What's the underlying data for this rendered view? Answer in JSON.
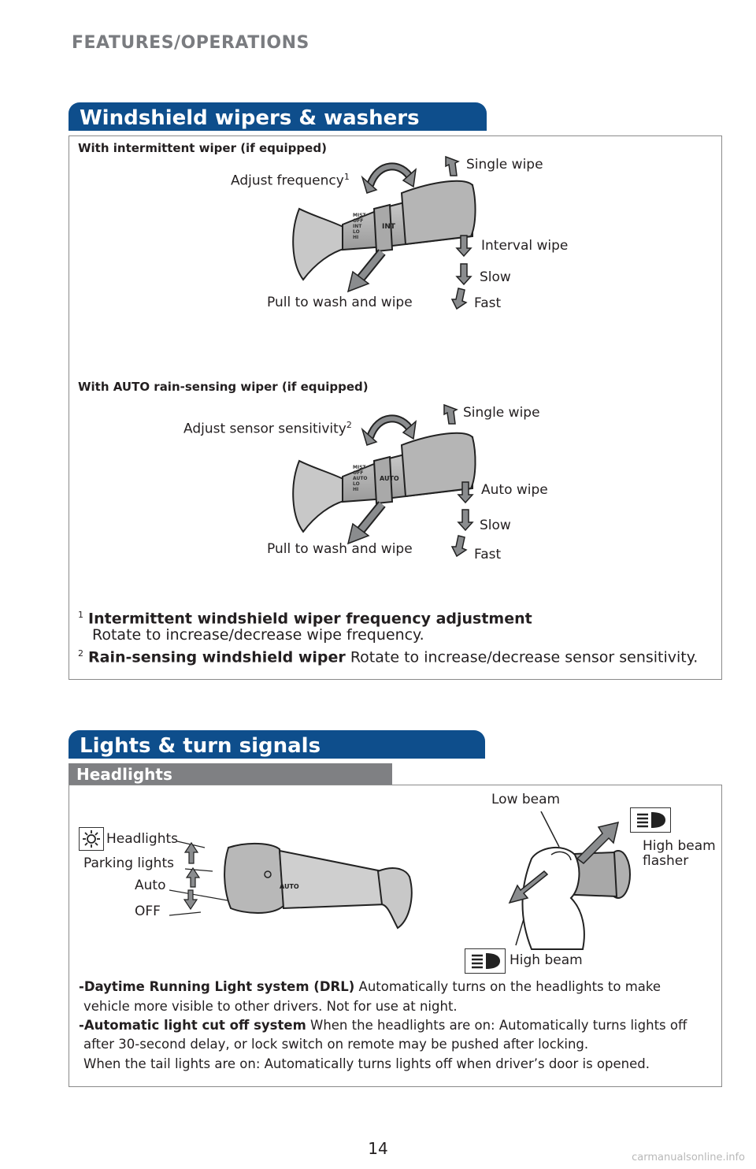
{
  "header": {
    "section": "FEATURES/OPERATIONS"
  },
  "wipers": {
    "title": "Windshield wipers & washers",
    "intermittent": {
      "heading": "With intermittent wiper (if equipped)",
      "adjust": "Adjust frequency",
      "adjust_sup": "1",
      "single": "Single wipe",
      "interval": "Interval wipe",
      "slow": "Slow",
      "fast": "Fast",
      "pull": "Pull to wash and wipe",
      "stalk_band": "INT",
      "stalk_positions": [
        "MIST",
        "OFF",
        "INT",
        "LO",
        "HI"
      ]
    },
    "auto": {
      "heading": "With AUTO rain-sensing wiper (if equipped)",
      "adjust": "Adjust sensor sensitivity",
      "adjust_sup": "2",
      "single": "Single wipe",
      "auto_wipe": "Auto wipe",
      "slow": "Slow",
      "fast": "Fast",
      "pull": "Pull to wash and wipe",
      "stalk_band": "AUTO",
      "stalk_positions": [
        "MIST",
        "OFF",
        "AUTO",
        "LO",
        "HI"
      ]
    },
    "notes": {
      "n1_sup": "1",
      "n1_title": "Intermittent windshield wiper frequency adjustment",
      "n1_text": "Rotate to increase/decrease wipe frequency.",
      "n2_sup": "2",
      "n2_title": "Rain-sensing windshield wiper",
      "n2_text": " Rotate to increase/decrease sensor sensitivity."
    }
  },
  "lights": {
    "title": "Lights & turn signals",
    "subtitle": "Headlights",
    "headlights": "Headlights",
    "parking": "Parking lights",
    "auto": "Auto",
    "off": "OFF",
    "stalk_band": "AUTO",
    "low_beam": "Low beam",
    "high_beam_flasher_1": "High beam",
    "high_beam_flasher_2": "flasher",
    "high_beam": "High beam",
    "drl_title": "-Daytime Running Light system (DRL)",
    "drl_text_1": " Automatically turns on the headlights to make",
    "drl_text_2": "vehicle more visible to other drivers. Not for use at night.",
    "cutoff_title": "-Automatic light cut off system",
    "cutoff_text_1": " When the headlights are on: Automatically turns lights off",
    "cutoff_text_2": "after 30-second delay, or lock switch on remote may be pushed after locking.",
    "cutoff_text_3": "When the tail lights are on: Automatically turns lights off when driver’s door is opened."
  },
  "footer": {
    "page": "14",
    "watermark": "carmanualsonline.info"
  },
  "colors": {
    "tab_blue": "#0e4e8c",
    "subtab_gray": "#7f8083",
    "arrow_gray": "#8a8c8e",
    "text": "#231f20"
  }
}
